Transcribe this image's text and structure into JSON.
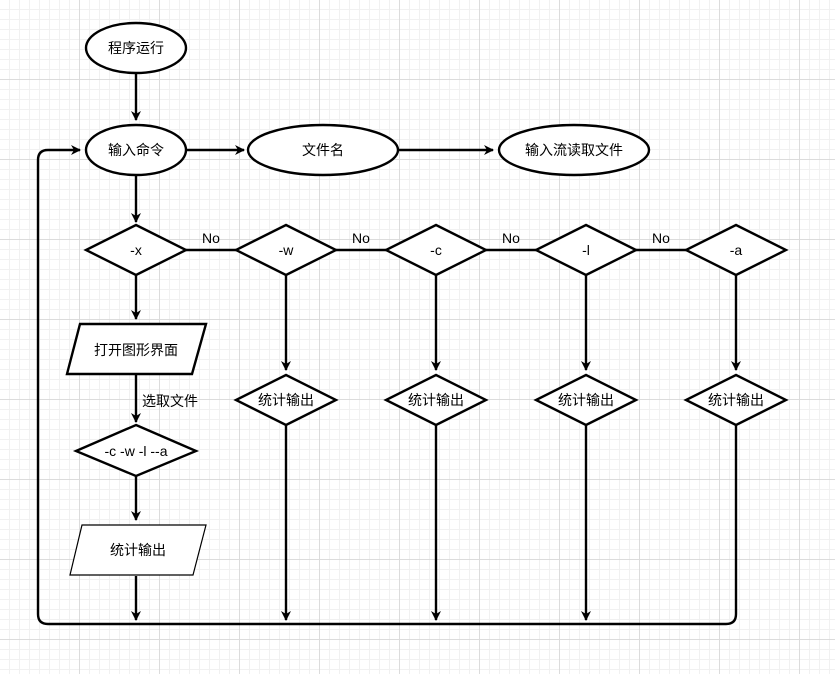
{
  "nodes": {
    "start": "程序运行",
    "input": "输入命令",
    "filename": "文件名",
    "read": "输入流读取文件",
    "dx": "-x",
    "dw": "-w",
    "dc": "-c",
    "dl": "-l",
    "da": "-a",
    "gui": "打开图形界面",
    "opts": "-c -w -l --a",
    "out_x": "统计输出",
    "out_w": "统计输出",
    "out_c": "统计输出",
    "out_l": "统计输出",
    "out_a": "统计输出"
  },
  "edges": {
    "no1": "No",
    "no2": "No",
    "no3": "No",
    "no4": "No",
    "select_file": "选取文件"
  }
}
